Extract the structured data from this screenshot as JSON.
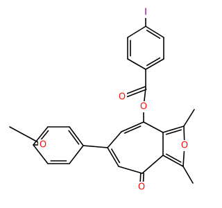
{
  "molecule": {
    "atoms": {
      "iodine": {
        "symbol": "I",
        "color": "#940094"
      },
      "ester_carbonyl_oxygen": {
        "symbol": "O",
        "color": "#ff0d0d"
      },
      "ester_oxygen": {
        "symbol": "O",
        "color": "#ff0d0d"
      },
      "furan_oxygen": {
        "symbol": "O",
        "color": "#ff0d0d"
      },
      "methoxy_oxygen": {
        "symbol": "O",
        "color": "#ff0d0d"
      },
      "ketone_oxygen": {
        "symbol": "O",
        "color": "#ff0d0d"
      }
    },
    "bond_color": "#000000",
    "background": "#ffffff"
  }
}
